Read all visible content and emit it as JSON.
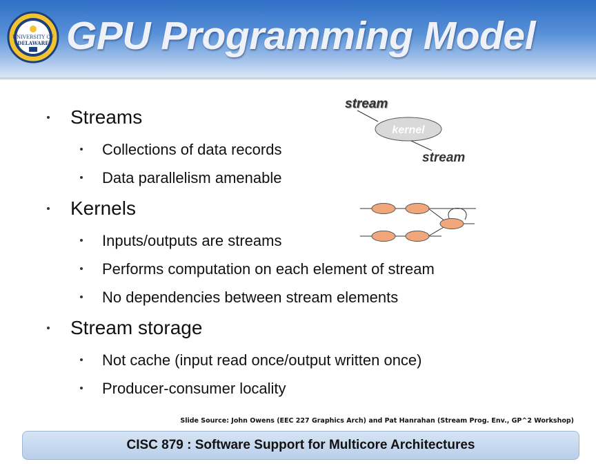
{
  "slide": {
    "title": "GPU Programming Model",
    "logo_alt": "University of Delaware seal",
    "logo_text_top": "UNIVERSITY OF",
    "logo_text_main": "DELAWARE"
  },
  "bullets": [
    {
      "level": 1,
      "text": "Streams"
    },
    {
      "level": 2,
      "text": "Collections of data records"
    },
    {
      "level": 2,
      "text": "Data parallelism amenable"
    },
    {
      "level": 1,
      "text": "Kernels"
    },
    {
      "level": 2,
      "text": "Inputs/outputs are streams"
    },
    {
      "level": 2,
      "text": "Performs computation on each element of stream"
    },
    {
      "level": 2,
      "text": "No dependencies between stream elements"
    },
    {
      "level": 1,
      "text": "Stream storage"
    },
    {
      "level": 2,
      "text": "Not cache (input read once/output written once)"
    },
    {
      "level": 2,
      "text": "Producer-consumer locality"
    }
  ],
  "diagram_stream": {
    "stream_in": "stream",
    "kernel": "kernel",
    "stream_out": "stream"
  },
  "source": "Slide Source: John Owens (EEC 227 Graphics Arch) and Pat Hanrahan (Stream Prog. Env., GP^2 Workshop)",
  "footer": "CISC 879 : Software Support for Multicore Architectures",
  "colors": {
    "header_blue": "#2f6fc6",
    "node_fill": "#f2a77a",
    "kernel_fill": "#d9d9d9",
    "footer_bg": "#c8daf0"
  }
}
